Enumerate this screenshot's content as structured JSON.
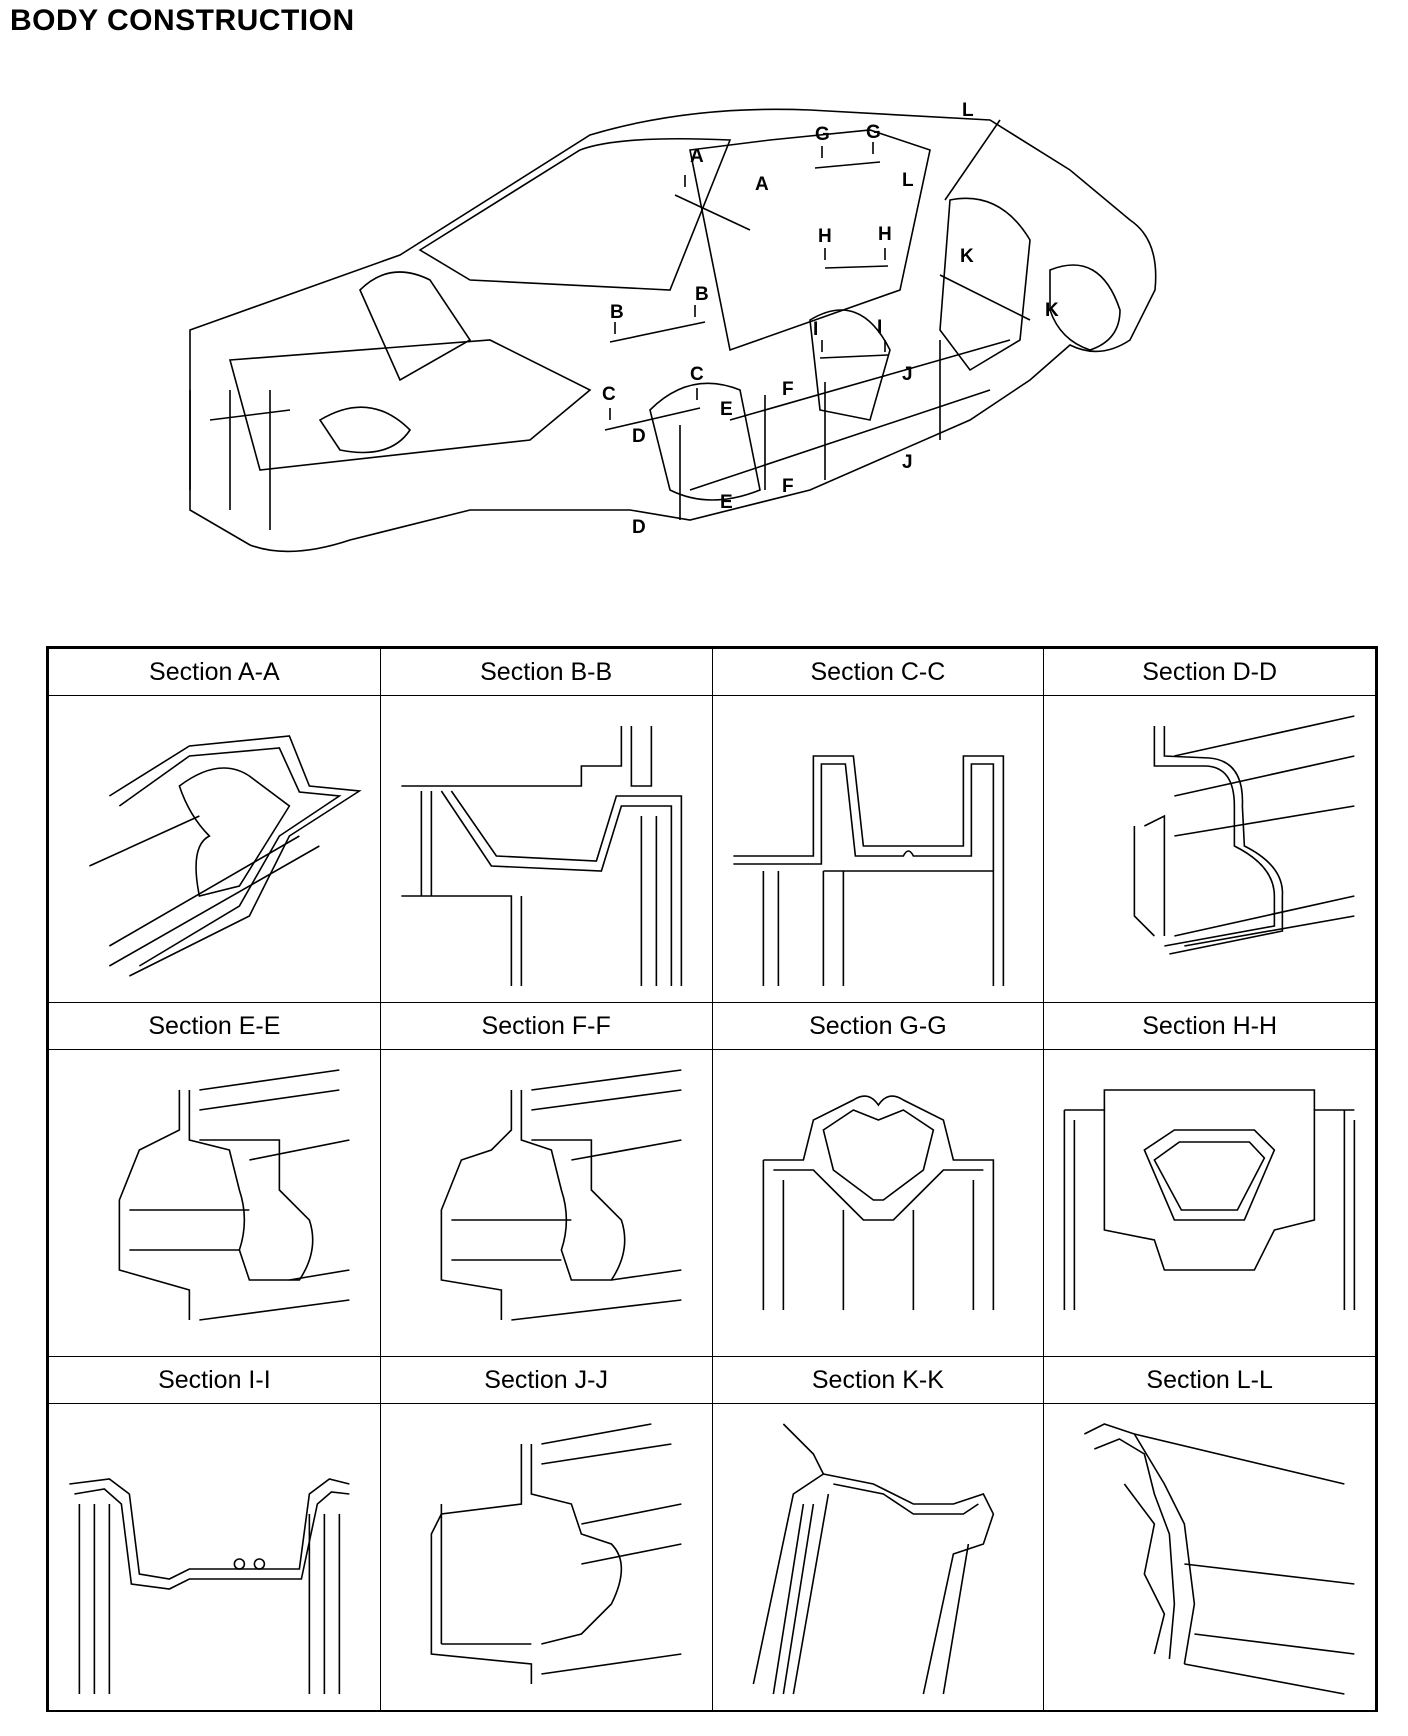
{
  "page_title": "BODY CONSTRUCTION",
  "callouts": [
    "A",
    "A",
    "B",
    "B",
    "C",
    "C",
    "D",
    "D",
    "E",
    "E",
    "F",
    "F",
    "G",
    "G",
    "H",
    "H",
    "I",
    "I",
    "J",
    "J",
    "K",
    "K",
    "L",
    "L"
  ],
  "sections": [
    {
      "label": "Section A-A"
    },
    {
      "label": "Section B-B"
    },
    {
      "label": "Section C-C"
    },
    {
      "label": "Section D-D"
    },
    {
      "label": "Section E-E"
    },
    {
      "label": "Section F-F"
    },
    {
      "label": "Section G-G"
    },
    {
      "label": "Section H-H"
    },
    {
      "label": "Section I-I"
    },
    {
      "label": "Section J-J"
    },
    {
      "label": "Section K-K"
    },
    {
      "label": "Section L-L"
    }
  ]
}
